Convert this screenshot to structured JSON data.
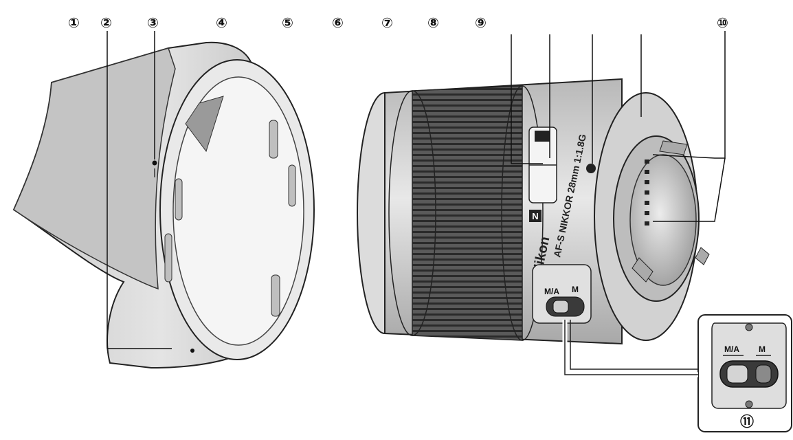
{
  "callouts": [
    {
      "id": "1",
      "label": "①"
    },
    {
      "id": "2",
      "label": "②"
    },
    {
      "id": "3",
      "label": "③"
    },
    {
      "id": "4",
      "label": "④"
    },
    {
      "id": "5",
      "label": "⑤"
    },
    {
      "id": "6",
      "label": "⑥"
    },
    {
      "id": "7",
      "label": "⑦"
    },
    {
      "id": "8",
      "label": "⑧"
    },
    {
      "id": "9",
      "label": "⑨"
    },
    {
      "id": "10",
      "label": "⑩"
    },
    {
      "id": "11",
      "label": "⑪"
    }
  ],
  "lens_markings": {
    "brand": "Nikon",
    "model": "AF-S NIKKOR 28mm 1:1.8G",
    "badge": "N"
  },
  "switch": {
    "left_label": "M/A",
    "right_label": "M"
  },
  "colors": {
    "line": "#111111",
    "lens_body": "#cfcfcf",
    "lens_dark": "#3a3a3a",
    "hood_fill": "#d6d6d6"
  }
}
